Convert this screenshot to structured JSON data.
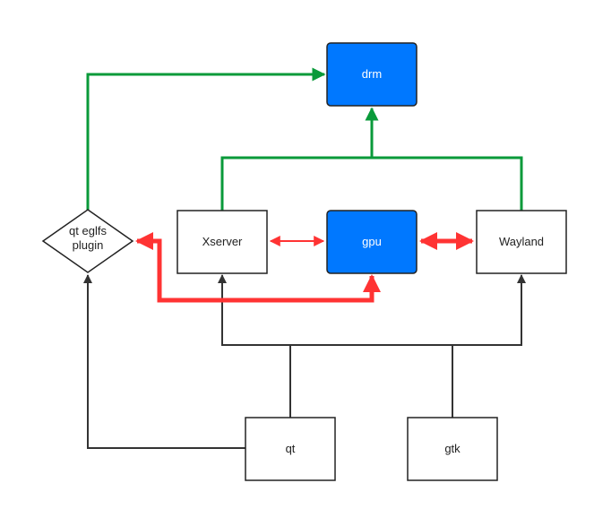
{
  "nodes": {
    "drm": {
      "label": "drm",
      "fill": "#0078ff",
      "text_color": "#ffffff"
    },
    "gpu": {
      "label": "gpu",
      "fill": "#0078ff",
      "text_color": "#ffffff"
    },
    "xserver": {
      "label": "Xserver",
      "fill": "#ffffff",
      "text_color": "#222222"
    },
    "wayland": {
      "label": "Wayland",
      "fill": "#ffffff",
      "text_color": "#222222"
    },
    "qt": {
      "label": "qt",
      "fill": "#ffffff",
      "text_color": "#222222"
    },
    "gtk": {
      "label": "gtk",
      "fill": "#ffffff",
      "text_color": "#222222"
    },
    "eglfs": {
      "label_line1": "qt eglfs",
      "label_line2": "plugin",
      "fill": "#ffffff",
      "text_color": "#222222"
    }
  },
  "colors": {
    "green": "#0a9a3a",
    "red": "#ff3333",
    "dark": "#333333",
    "box_border": "#222222"
  }
}
